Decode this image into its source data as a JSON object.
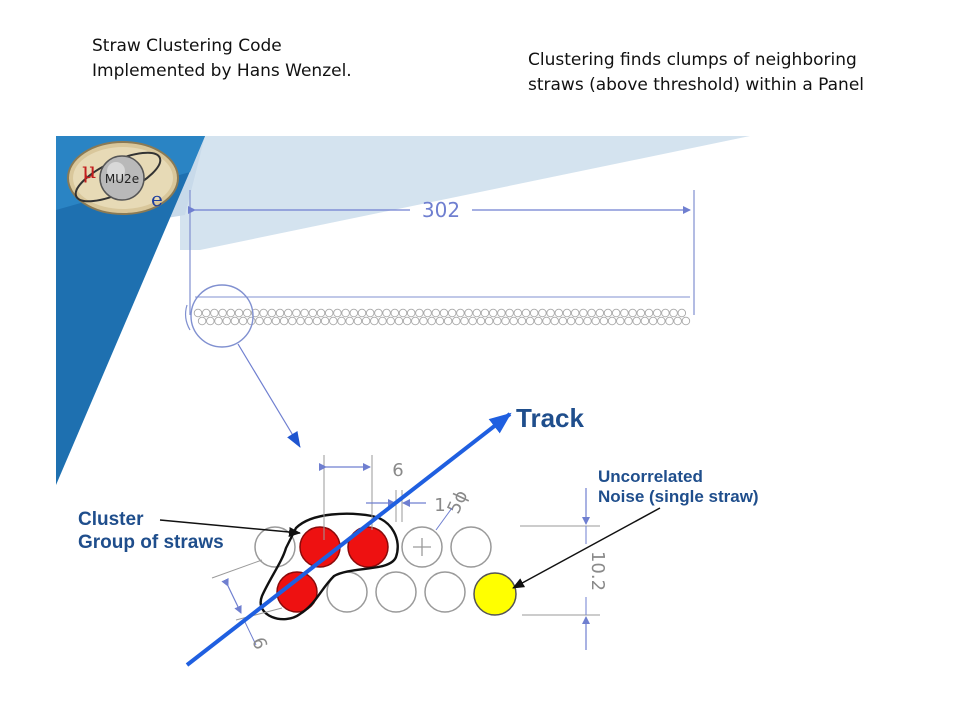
{
  "header": {
    "left_note": [
      "Straw Clustering Code",
      "Implemented by Hans Wenzel."
    ],
    "right_note": [
      "Clustering finds clumps of neighboring",
      "straws (above threshold) within a Panel"
    ]
  },
  "logo": {
    "text": "MU2e",
    "mu_symbol": "μ",
    "e_symbol": "e"
  },
  "dimensions": {
    "panel_width": "302",
    "straw_pitch": "6",
    "wall": "1",
    "diameter": "5ϕ",
    "layer_height": "10.2",
    "offset": "6"
  },
  "labels": {
    "track": "Track",
    "cluster": [
      "Cluster",
      "Group of straws"
    ],
    "noise": [
      "Uncorrelated",
      "Noise (single straw)"
    ]
  },
  "colors": {
    "banner_dark": "#1e70b0",
    "banner_light": "#d4e3ef",
    "track": "#1f5fe0",
    "label_blue": "#1f4e8c",
    "hit_red": "#ee1111",
    "noise_yellow": "#ffff00",
    "drawing_line": "#6f7fd0",
    "straw_outline": "#9a9a9a"
  }
}
